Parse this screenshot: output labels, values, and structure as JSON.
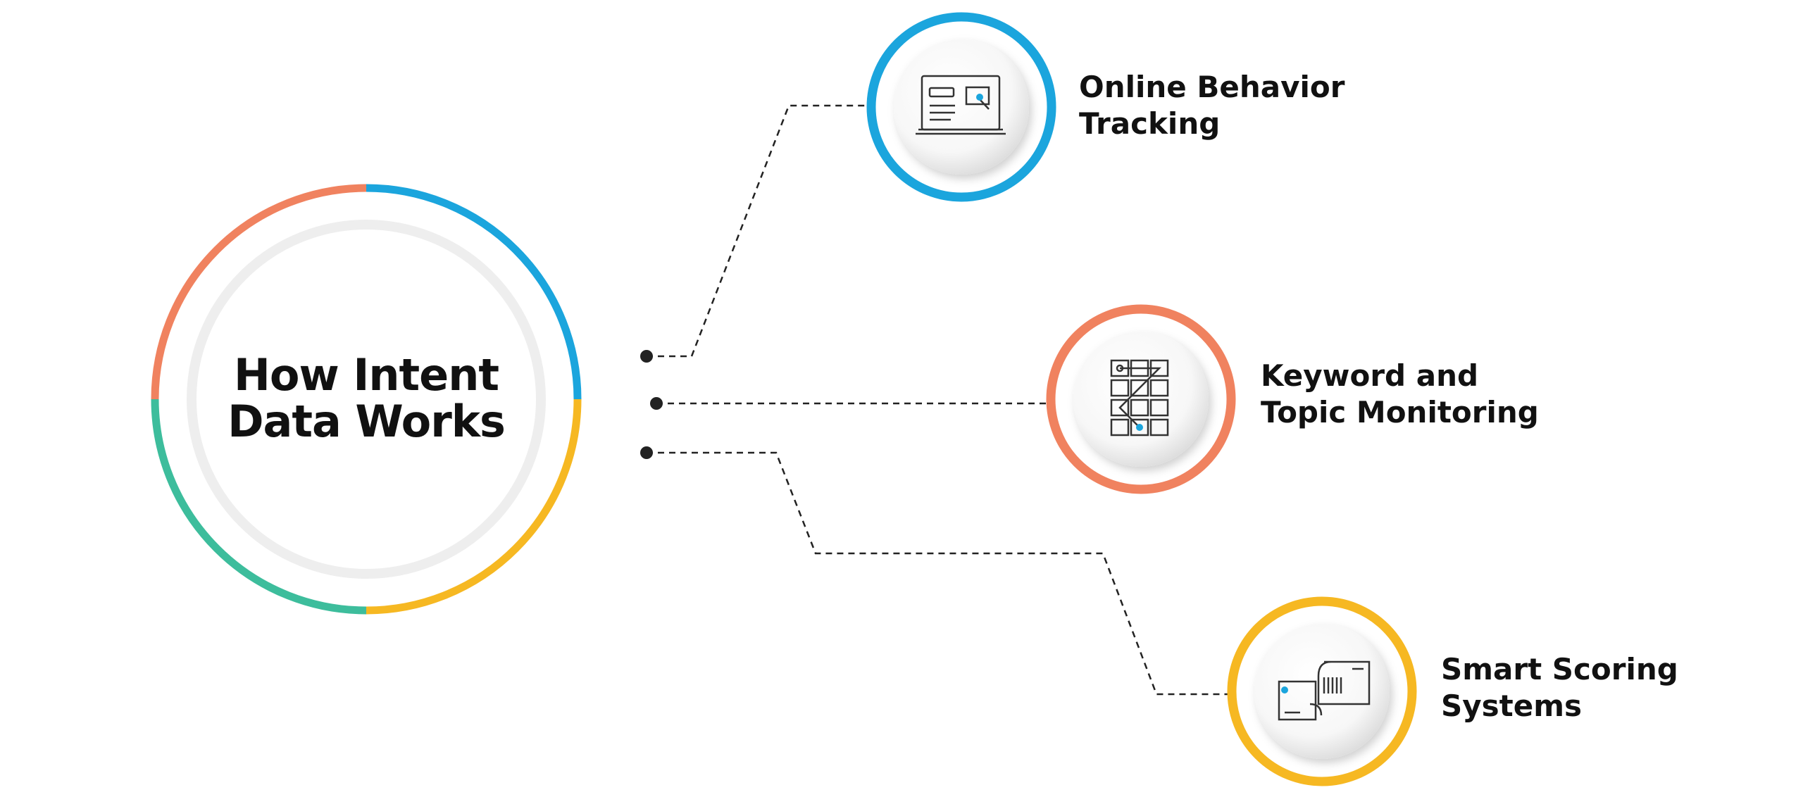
{
  "hub": {
    "title_line1": "How Intent",
    "title_line2": "Data Works",
    "ring_colors": [
      "#1BA5DD",
      "#F6B822",
      "#3DBD9C",
      "#F0825F"
    ]
  },
  "nodes": [
    {
      "id": "online-behavior",
      "line1": "Online Behavior",
      "line2": "Tracking",
      "color": "#1BA5DD",
      "icon": "laptop-icon"
    },
    {
      "id": "keyword-topic",
      "line1": "Keyword and",
      "line2": "Topic Monitoring",
      "color": "#F0825F",
      "icon": "grid-path-icon"
    },
    {
      "id": "smart-scoring",
      "line1": "Smart Scoring",
      "line2": "Systems",
      "color": "#F6B822",
      "icon": "cards-exchange-icon"
    }
  ],
  "accent_dot": "#1BA5DD"
}
